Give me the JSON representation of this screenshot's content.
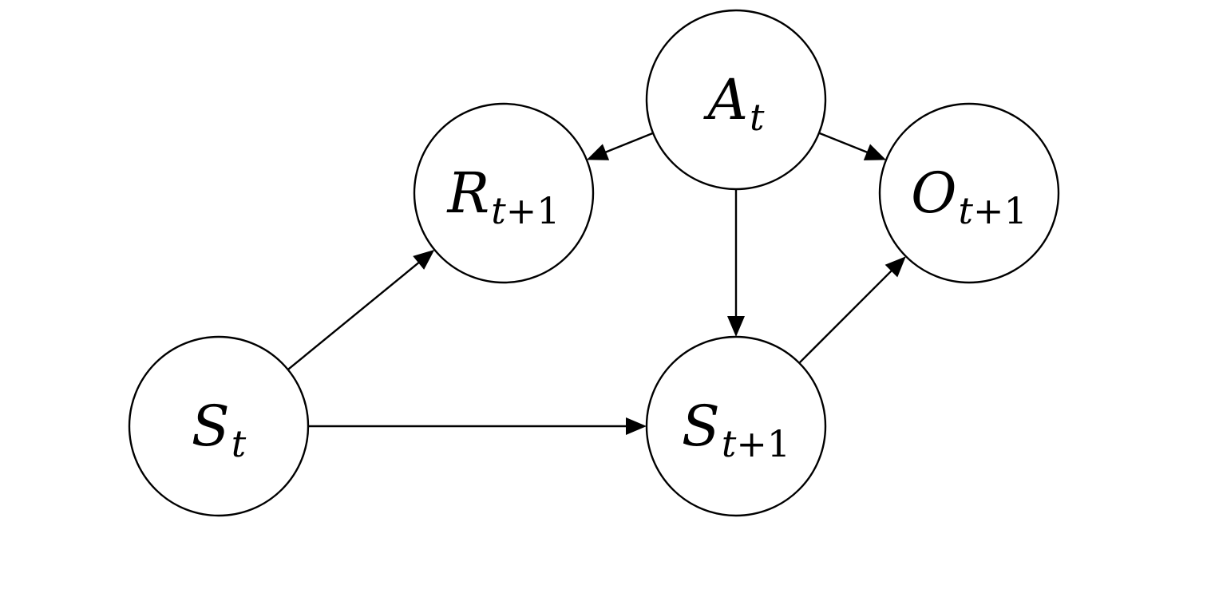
{
  "diagram": {
    "nodes": [
      {
        "id": "A_t",
        "main": "A",
        "sub_var": "t",
        "sub_rest": ""
      },
      {
        "id": "R_t+1",
        "main": "R",
        "sub_var": "t",
        "sub_rest": "+1"
      },
      {
        "id": "O_t+1",
        "main": "O",
        "sub_var": "t",
        "sub_rest": "+1"
      },
      {
        "id": "S_t",
        "main": "S",
        "sub_var": "t",
        "sub_rest": ""
      },
      {
        "id": "S_t+1",
        "main": "S",
        "sub_var": "t",
        "sub_rest": "+1"
      }
    ],
    "edges": [
      {
        "from": "A_t",
        "to": "R_t+1"
      },
      {
        "from": "A_t",
        "to": "O_t+1"
      },
      {
        "from": "A_t",
        "to": "S_t+1"
      },
      {
        "from": "S_t",
        "to": "R_t+1"
      },
      {
        "from": "S_t",
        "to": "S_t+1"
      },
      {
        "from": "S_t+1",
        "to": "O_t+1"
      }
    ]
  }
}
